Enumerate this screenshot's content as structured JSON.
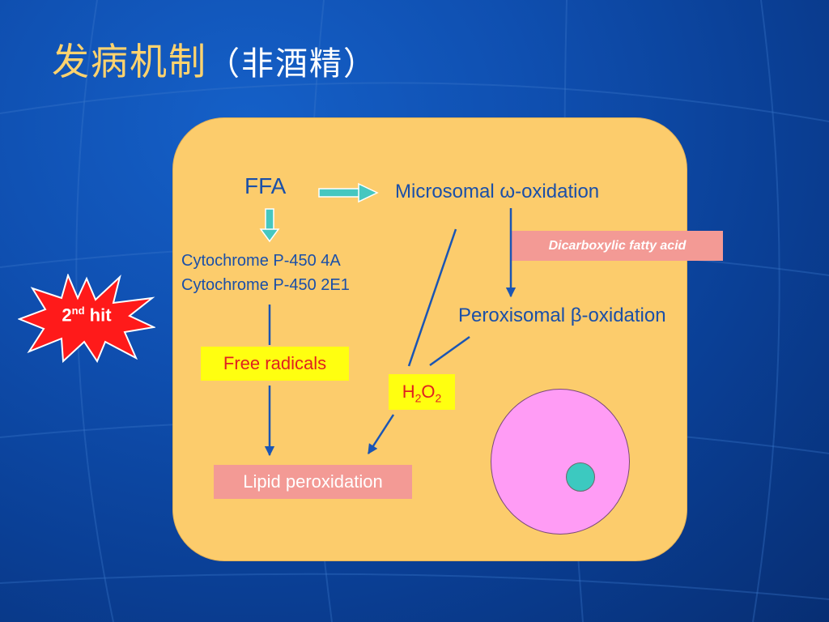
{
  "title": {
    "main": "发病机制",
    "sub": "（非酒精）"
  },
  "diagram": {
    "ffa": "FFA",
    "microsomal": "Microsomal ω-oxidation",
    "cytochrome_1": "Cytochrome P-450 4A",
    "cytochrome_2": "Cytochrome P-450 2E1",
    "dicarboxylic": "Dicarboxylic fatty acid",
    "peroxisomal": "Peroxisomal β-oxidation",
    "free_radicals": "Free radicals",
    "h2o2": {
      "h": "H",
      "sub1": "2",
      "o": "O",
      "sub2": "2"
    },
    "lipid_peroxidation": "Lipid peroxidation",
    "second_hit": {
      "number": "2",
      "suffix": "nd",
      "label": " hit"
    }
  },
  "colors": {
    "background": "#0f4fb0",
    "title": "#ffd36e",
    "cell": "#fccc6c",
    "blue_text": "#1a4fa8",
    "pink_box": "#f39a95",
    "yellow_box": "#ffff10",
    "red_text": "#e02020",
    "nucleus": "#ff9cf5",
    "nucleolus": "#3cc9c0",
    "burst": "#ff1a1a",
    "teal_arrow": "#45c7c0",
    "line": "#1a55b4"
  }
}
